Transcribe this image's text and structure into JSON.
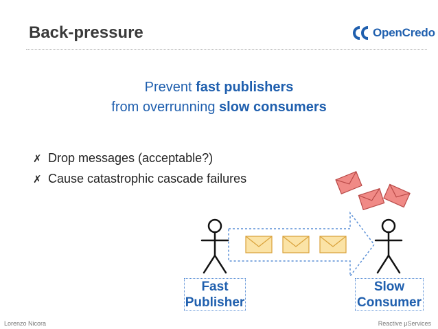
{
  "slide": {
    "title": "Back-pressure",
    "logo": "OpenCredo",
    "headline_line1_prefix": "Prevent ",
    "headline_line1_bold": "fast publishers",
    "headline_line2_prefix": "from overrunning ",
    "headline_line2_bold": "slow consumers",
    "bullets": [
      {
        "mark": "✗",
        "text": "Drop messages (acceptable?)"
      },
      {
        "mark": "✗",
        "text": "Cause catastrophic cascade failures"
      }
    ],
    "diagram": {
      "publisher_label_line1": "Fast",
      "publisher_label_line2": "Publisher",
      "consumer_label_line1": "Slow",
      "consumer_label_line2": "Consumer"
    },
    "footer_left": "Lorenzo Nicora",
    "footer_right": "Reactive μServices"
  },
  "colors": {
    "accent_blue": "#1f5fae",
    "envelope_fill": "#fbe3a6",
    "envelope_stroke": "#d9a13a",
    "dropped_envelope_fill": "#f08a86",
    "dropped_envelope_stroke": "#b94a48"
  }
}
